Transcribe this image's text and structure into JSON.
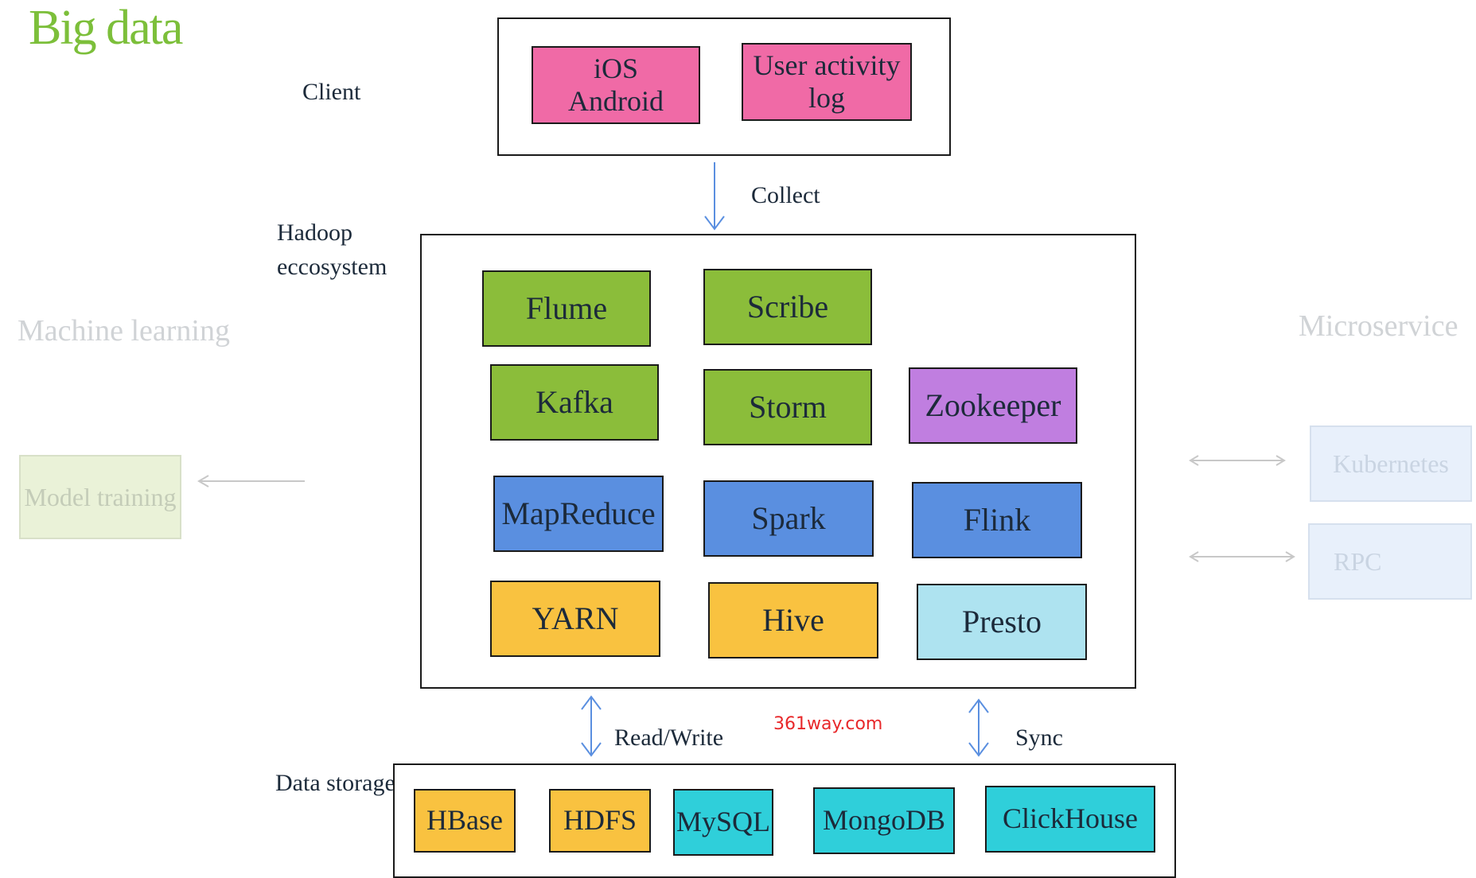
{
  "title": "Big data",
  "labels": {
    "client": "Client",
    "collect": "Collect",
    "hadoop": "Hadoop",
    "ecosystem": "eccosystem",
    "read_write": "Read/Write",
    "sync": "Sync",
    "data_storage": "Data storage",
    "machine_learning": "Machine learning",
    "microservice": "Microservice"
  },
  "client_boxes": {
    "ios": "iOS",
    "android": "Android",
    "user_activity_log": "User activity log"
  },
  "hadoop_boxes": {
    "flume": "Flume",
    "scribe": "Scribe",
    "kafka": "Kafka",
    "storm": "Storm",
    "zookeeper": "Zookeeper",
    "mapreduce": "MapReduce",
    "spark": "Spark",
    "flink": "Flink",
    "yarn": "YARN",
    "hive": "Hive",
    "presto": "Presto"
  },
  "storage_boxes": {
    "hbase": "HBase",
    "hdfs": "HDFS",
    "mysql": "MySQL",
    "mongodb": "MongoDB",
    "clickhouse": "ClickHouse"
  },
  "ml_boxes": {
    "model_training": "Model training"
  },
  "microservice_boxes": {
    "kubernetes": "Kubernetes",
    "rpc": "RPC"
  },
  "watermark": "361way.com",
  "colors": {
    "title": "#7cbf3a",
    "client": "#f06aa6",
    "ingest": "#8bbd3a",
    "coordination": "#c07ee0",
    "compute": "#5a8fe0",
    "resource": "#f9c240",
    "query": "#aee3f0",
    "storage_hadoop": "#f9c240",
    "storage_db": "#2fcfda",
    "arrow": "#5a8fe0"
  }
}
